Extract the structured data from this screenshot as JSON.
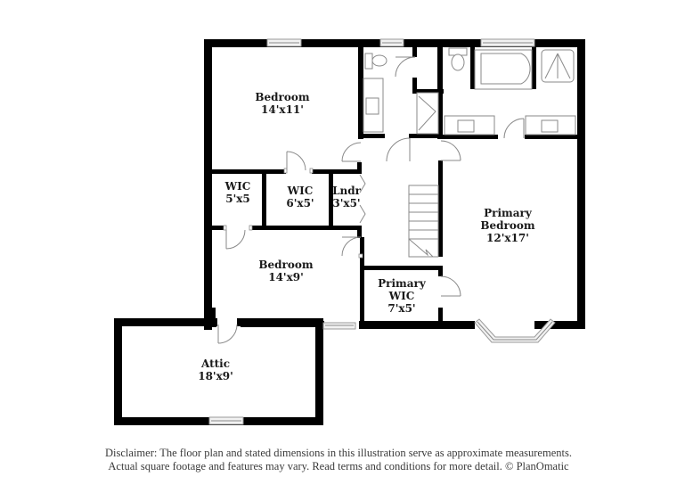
{
  "plan": {
    "rooms": [
      {
        "id": "bedroom-1",
        "name": "Bedroom",
        "dims": "14'x11'"
      },
      {
        "id": "wic-1",
        "name": "WIC",
        "dims": "5'x5"
      },
      {
        "id": "wic-2",
        "name": "WIC",
        "dims": "6'x5'"
      },
      {
        "id": "laundry",
        "name": "Lndr",
        "dims": "3'x5'"
      },
      {
        "id": "bedroom-2",
        "name": "Bedroom",
        "dims": "14'x9'"
      },
      {
        "id": "primary-wic",
        "name": "Primary",
        "name2": "WIC",
        "dims": "7'x5'"
      },
      {
        "id": "primary-bedroom",
        "name": "Primary",
        "name2": "Bedroom",
        "dims": "12'x17'"
      },
      {
        "id": "attic",
        "name": "Attic",
        "dims": "18'x9'"
      }
    ]
  },
  "footer": {
    "line1": "Disclaimer: The floor plan and stated dimensions in this illustration serve as approximate measurements.",
    "line2": "Actual square footage and features may vary. Read terms and conditions for more detail. © PlanOmatic"
  },
  "colors": {
    "wall": "#000000",
    "fixture_stroke": "#8a8a8a",
    "background": "#ffffff"
  }
}
